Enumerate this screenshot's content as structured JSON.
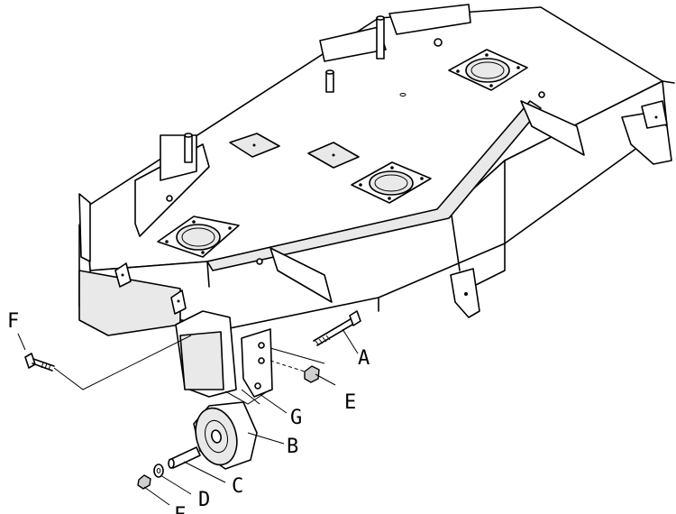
{
  "callouts": {
    "a": "A",
    "b": "B",
    "c": "C",
    "d": "D",
    "e": "E",
    "f": "F",
    "f_bottom": "F",
    "g": "G"
  }
}
